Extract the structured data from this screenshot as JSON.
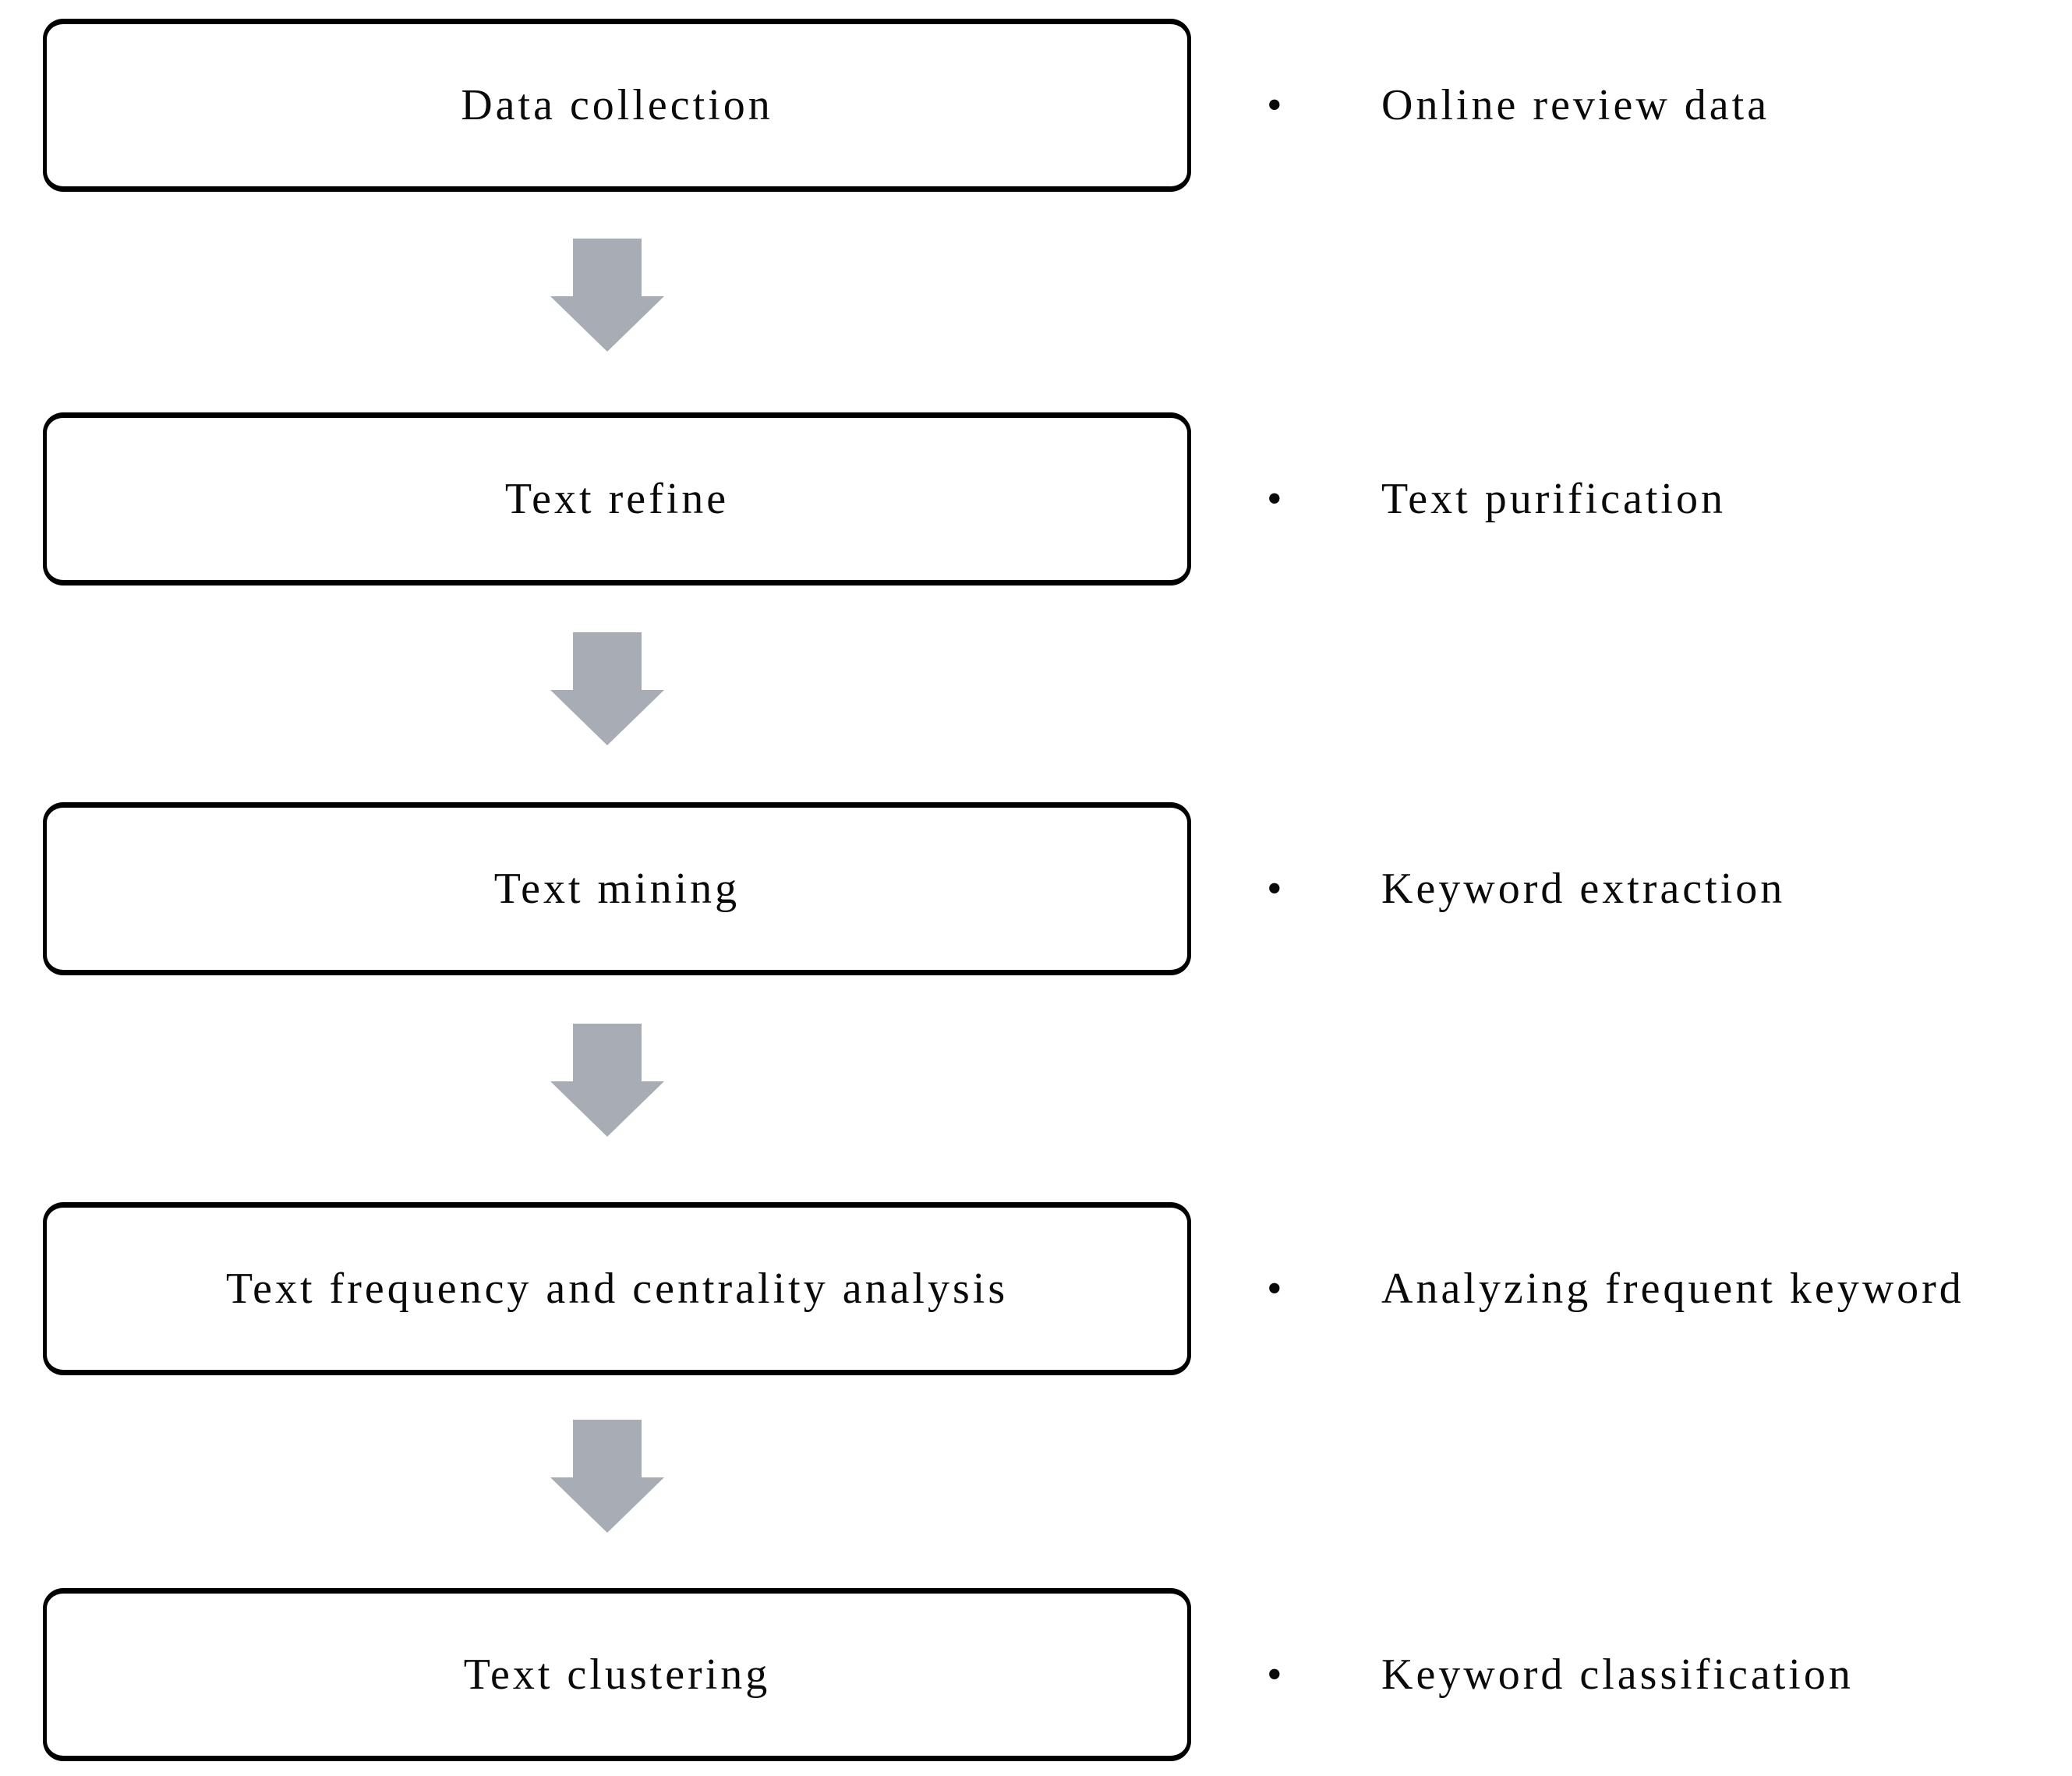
{
  "figure": {
    "type": "flowchart",
    "background_color": "#ffffff",
    "box_border_color": "#000000",
    "text_color": "#0a0a0a",
    "arrow_color": "#a8adb5",
    "bullet_glyph": "•",
    "steps": [
      {
        "box": "Data collection",
        "note": "Online review data"
      },
      {
        "box": "Text refine",
        "note": "Text purification"
      },
      {
        "box": "Text mining",
        "note": "Keyword extraction"
      },
      {
        "box": "Text frequency and centrality analysis",
        "note": "Analyzing frequent keyword"
      },
      {
        "box": "Text clustering",
        "note": "Keyword classification"
      }
    ]
  }
}
